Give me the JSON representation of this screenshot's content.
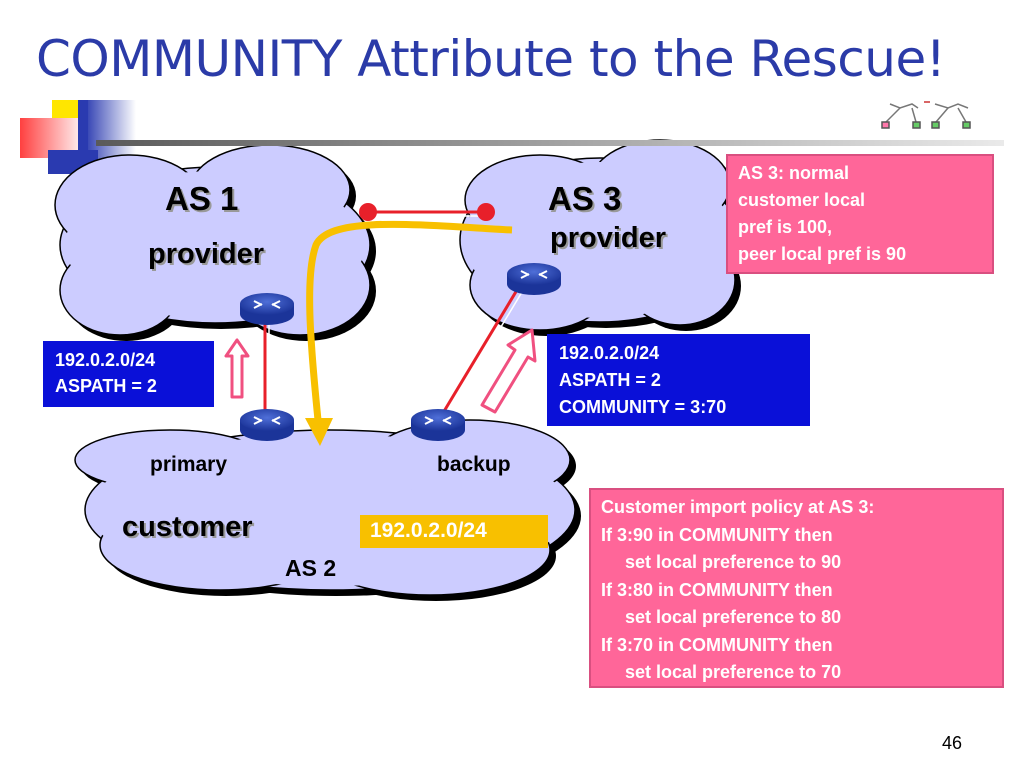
{
  "slide": {
    "title": "COMMUNITY Attribute to the Rescue!",
    "page_number": "46"
  },
  "clouds": {
    "as1": {
      "name": "AS 1",
      "role": "provider"
    },
    "as3": {
      "name": "AS 3",
      "role": "provider"
    },
    "as2": {
      "name": "customer",
      "asn": "AS 2",
      "primary_label": "primary",
      "backup_label": "backup"
    }
  },
  "boxes": {
    "as1_announcement": [
      "192.0.2.0/24",
      "ASPATH = 2"
    ],
    "as3_announcement": [
      "192.0.2.0/24",
      "ASPATH = 2",
      "COMMUNITY = 3:70"
    ],
    "as3_note": [
      "AS 3: normal",
      "customer local",
      "pref is 100,",
      "peer local pref is 90"
    ],
    "customer_prefix": "192.0.2.0/24",
    "import_policy": {
      "header": "Customer import policy at AS 3:",
      "rules": [
        {
          "cond": "If 3:90 in COMMUNITY then",
          "action": "set local preference to 90"
        },
        {
          "cond": "If 3:80 in COMMUNITY then",
          "action": "set local preference to 80"
        },
        {
          "cond": "If 3:70 in COMMUNITY then",
          "action": "set local preference to 70"
        }
      ]
    }
  },
  "colors": {
    "title": "#2b3ba8",
    "cloud": "#ccccff",
    "blue_box": "#0a10d8",
    "pink_box": "#ff6699",
    "gold": "#f8c000",
    "link_red": "#e8202a"
  }
}
